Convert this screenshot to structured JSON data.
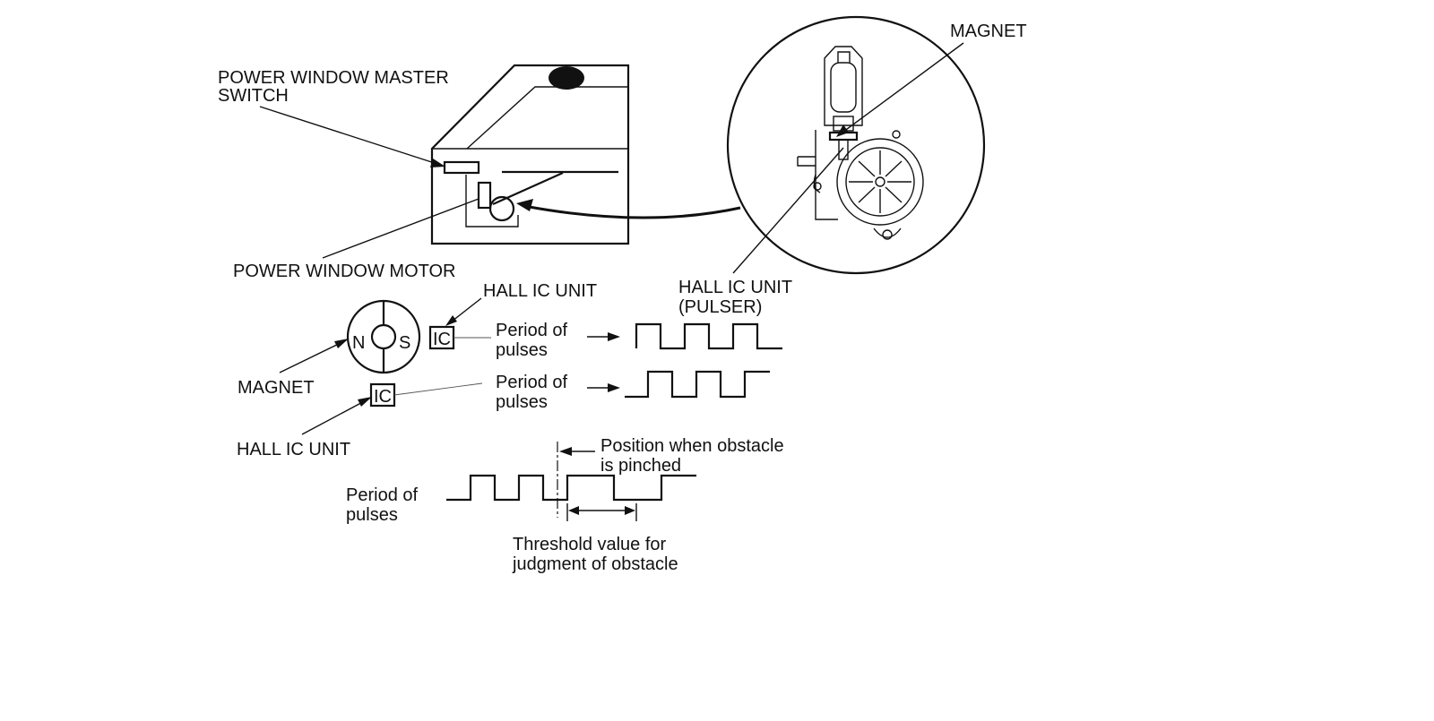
{
  "labels": {
    "master_switch_1": "POWER WINDOW MASTER",
    "master_switch_2": "SWITCH",
    "window_motor": "POWER WINDOW MOTOR",
    "magnet_top": "MAGNET",
    "hall_ic_pulser_1": "HALL IC UNIT",
    "hall_ic_pulser_2": "(PULSER)",
    "hall_ic_unit_upper": "HALL IC UNIT",
    "hall_ic_unit_lower": "HALL IC UNIT",
    "magnet_left": "MAGNET",
    "pole_n": "N",
    "pole_s": "S",
    "ic_upper": "IC",
    "ic_lower": "IC",
    "period_1a": "Period of",
    "period_1b": "pulses",
    "period_2a": "Period of",
    "period_2b": "pulses",
    "period_3a": "Period of",
    "period_3b": "pulses",
    "obstacle_pos_1": "Position when obstacle",
    "obstacle_pos_2": "is pinched",
    "threshold_1": "Threshold value for",
    "threshold_2": "judgment of obstacle"
  }
}
